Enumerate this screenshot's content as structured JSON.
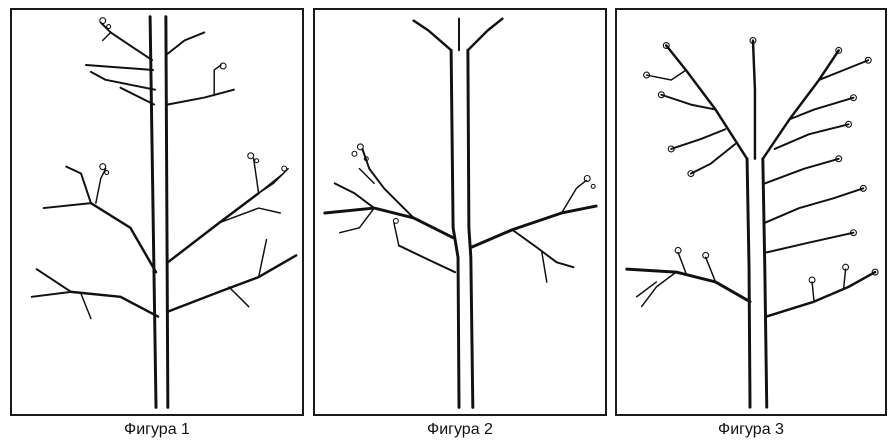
{
  "figures": [
    {
      "caption": "Фигура 1",
      "icon": "young-tree-sketch"
    },
    {
      "caption": "Фигура 2",
      "icon": "pruned-tree-sketch"
    },
    {
      "caption": "Фигура 3",
      "icon": "branched-tree-sketch"
    }
  ],
  "colors": {
    "line": "#111111",
    "background": "#ffffff",
    "frame": "#1a1a1a"
  }
}
